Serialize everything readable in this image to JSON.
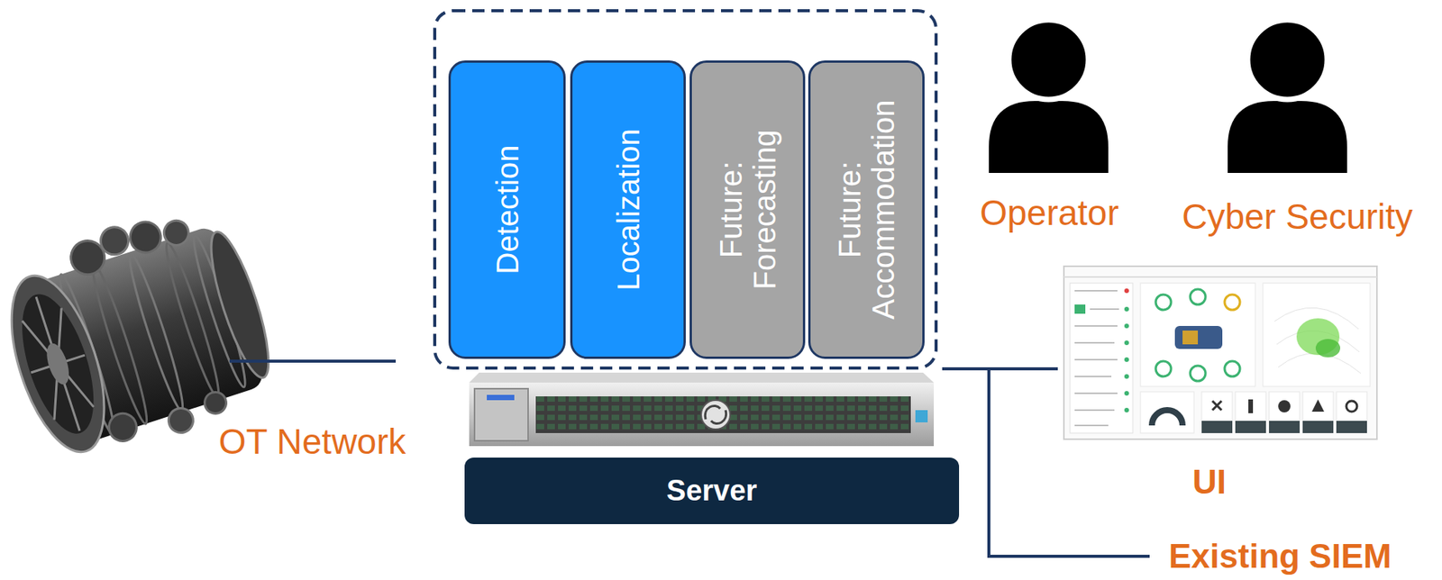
{
  "diagram": {
    "nodes": [
      {
        "text": [
          "Detection"
        ]
      },
      {
        "text": [
          "Localization"
        ]
      },
      {
        "text": [
          "Future: Forecasting"
        ]
      },
      {
        "text": [
          "Future: Accommodation"
        ]
      },
      {
        "text": [
          "Server"
        ]
      }
    ],
    "labels": [
      "Operator",
      "Cyber Security",
      "OT Network",
      "UI",
      "Existing SIEM"
    ]
  }
}
